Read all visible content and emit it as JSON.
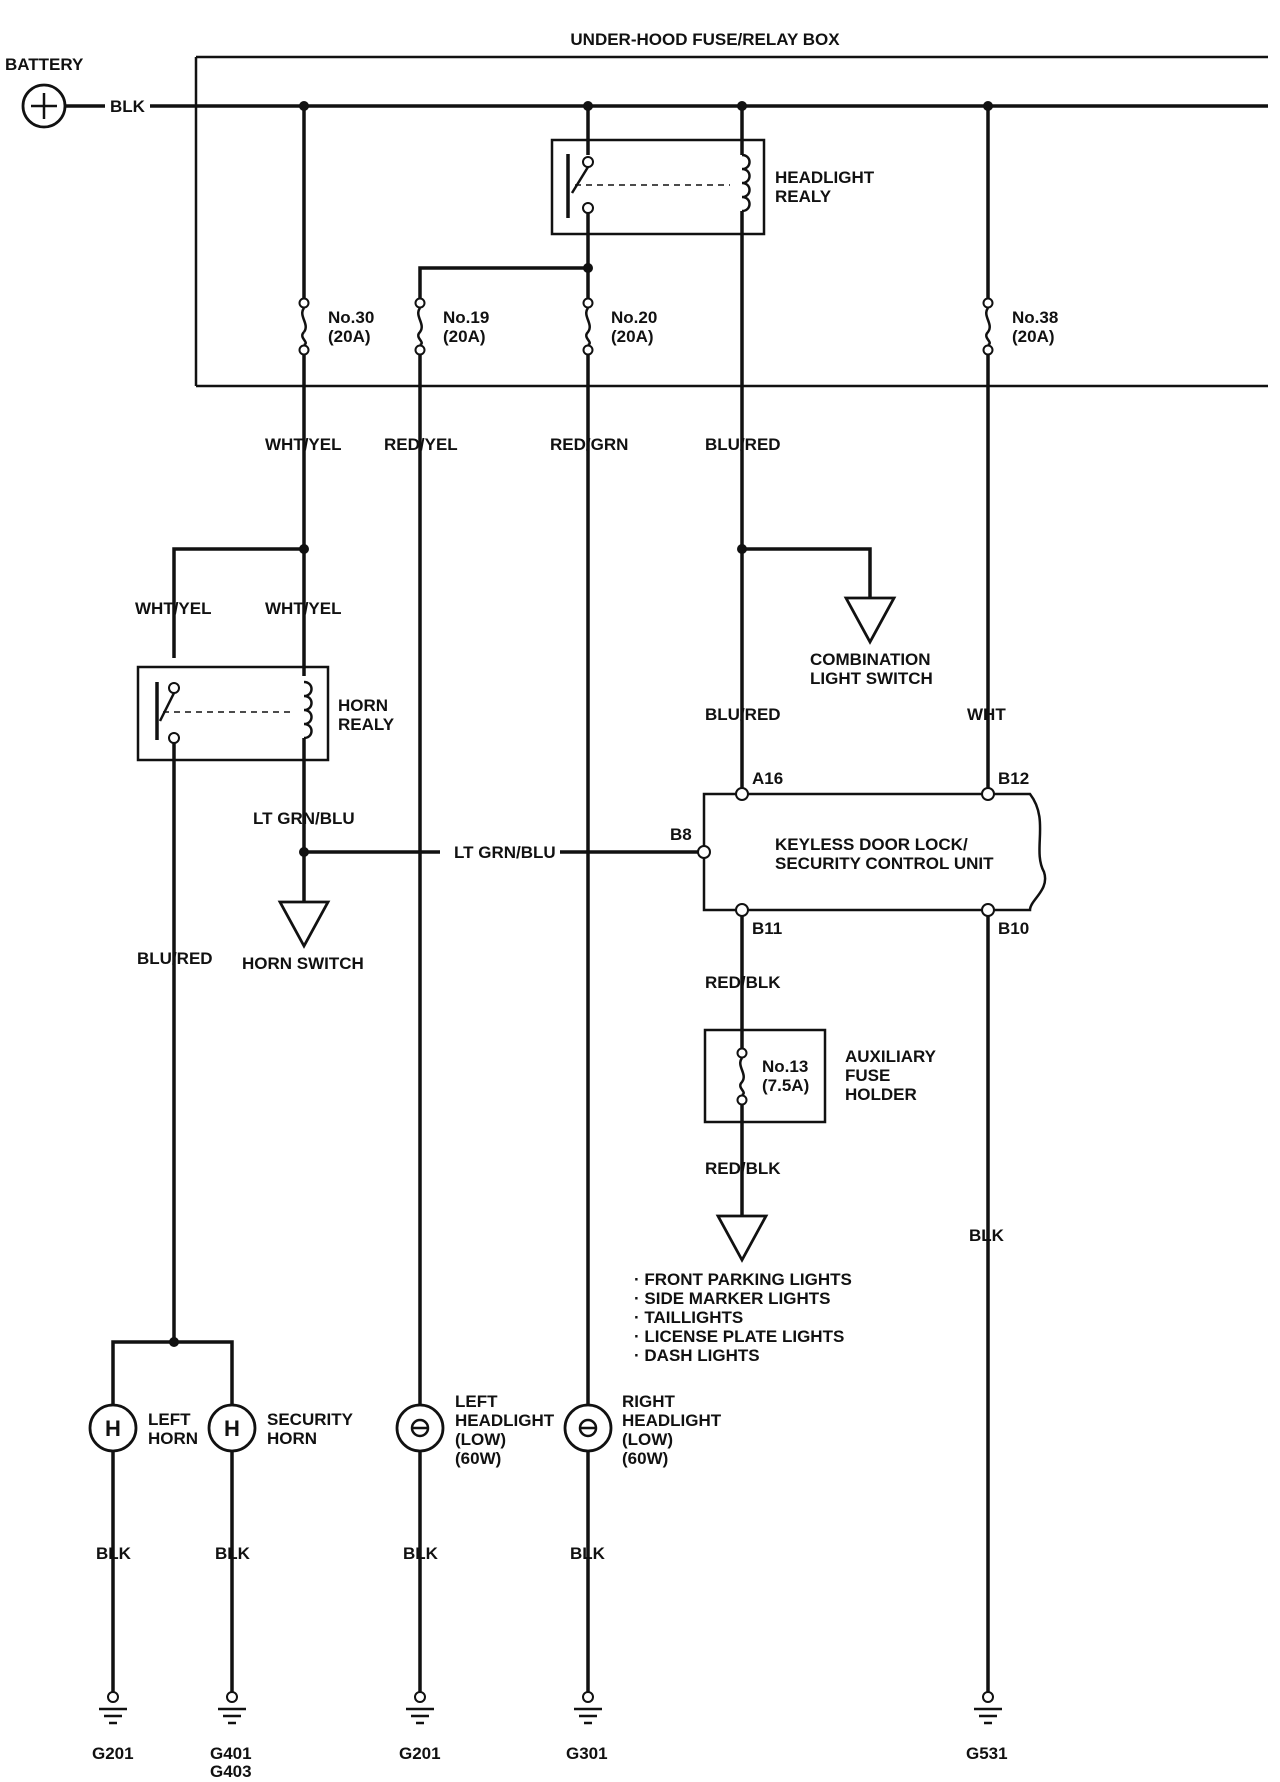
{
  "title": "UNDER-HOOD FUSE/RELAY BOX",
  "battery": {
    "label": "BATTERY",
    "wire": "BLK"
  },
  "headlight_relay": {
    "line1": "HEADLIGHT",
    "line2": "REALY"
  },
  "horn_relay": {
    "line1": "HORN",
    "line2": "REALY"
  },
  "fuses": [
    {
      "line1": "No.30",
      "line2": "(20A)"
    },
    {
      "line1": "No.19",
      "line2": "(20A)"
    },
    {
      "line1": "No.20",
      "line2": "(20A)"
    },
    {
      "line1": "No.38",
      "line2": "(20A)"
    }
  ],
  "wire_labels": {
    "no30_out": "WHT/YEL",
    "no19_out": "RED/YEL",
    "no20_out": "RED/GRN",
    "relay_out": "BLU/RED",
    "horn_feed_left": "WHT/YEL",
    "horn_feed_right": "WHT/YEL",
    "to_control_unit": "BLU/RED",
    "no38_out": "WHT",
    "horn_switch_wire": "LT GRN/BLU",
    "b8_wire": "LT GRN/BLU",
    "horn_out": "BLU/RED",
    "b11_wire": "RED/BLK",
    "aux_out": "RED/BLK",
    "b10_wire": "BLK"
  },
  "combination_switch": {
    "line1": "COMBINATION",
    "line2": "LIGHT SWITCH"
  },
  "horn_switch": "HORN SWITCH",
  "control_unit": {
    "line1": "KEYLESS DOOR LOCK/",
    "line2": "SECURITY CONTROL UNIT",
    "terminals": {
      "a16": "A16",
      "b12": "B12",
      "b8": "B8",
      "b11": "B11",
      "b10": "B10"
    }
  },
  "aux_fuse": {
    "fuse_line1": "No.13",
    "fuse_line2": "(7.5A)",
    "line1": "AUXILIARY",
    "line2": "FUSE",
    "line3": "HOLDER"
  },
  "lights_list": [
    "· FRONT PARKING LIGHTS",
    "· SIDE MARKER LIGHTS",
    "· TAILLIGHTS",
    "· LICENSE PLATE LIGHTS",
    "· DASH LIGHTS"
  ],
  "loads": {
    "left_horn": {
      "symbol": "H",
      "line1": "LEFT",
      "line2": "HORN"
    },
    "security_horn": {
      "symbol": "H",
      "line1": "SECURITY",
      "line2": "HORN"
    },
    "left_headlight": {
      "line1": "LEFT",
      "line2": "HEADLIGHT",
      "line3": "(LOW)",
      "line4": "(60W)"
    },
    "right_headlight": {
      "line1": "RIGHT",
      "line2": "HEADLIGHT",
      "line3": "(LOW)",
      "line4": "(60W)"
    }
  },
  "ground_wires": [
    "BLK",
    "BLK",
    "BLK",
    "BLK"
  ],
  "grounds": {
    "g1": "G201",
    "g2_line1": "G401",
    "g2_line2": "G403",
    "g3": "G201",
    "g4": "G301",
    "g5": "G531"
  }
}
